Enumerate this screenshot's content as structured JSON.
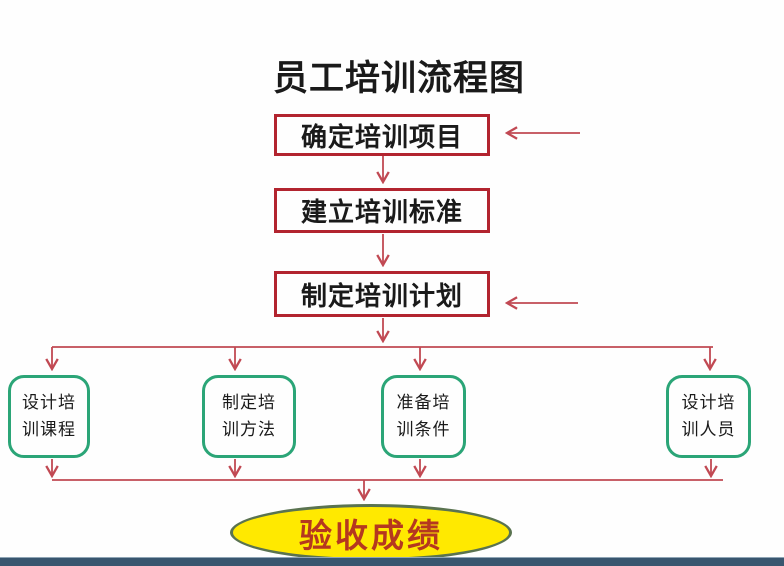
{
  "diagram": {
    "title": "员工培训流程图",
    "steps": [
      {
        "label": "确定培训项目"
      },
      {
        "label": "建立培训标准"
      },
      {
        "label": "制定培训计划"
      }
    ],
    "branches": [
      {
        "label": "设计培\n训课程"
      },
      {
        "label": "制定培\n训方法"
      },
      {
        "label": "准备培\n训条件"
      },
      {
        "label": "设计培\n训人员"
      }
    ],
    "result": {
      "label": "验收成绩"
    }
  },
  "colors": {
    "step_border": "#b2242f",
    "connector": "#c14953",
    "branch_border": "#2ba577",
    "result_fill": "#ffe900",
    "result_border": "#5a7350",
    "result_text": "#b5381f",
    "footer_bar": "#39566f"
  }
}
